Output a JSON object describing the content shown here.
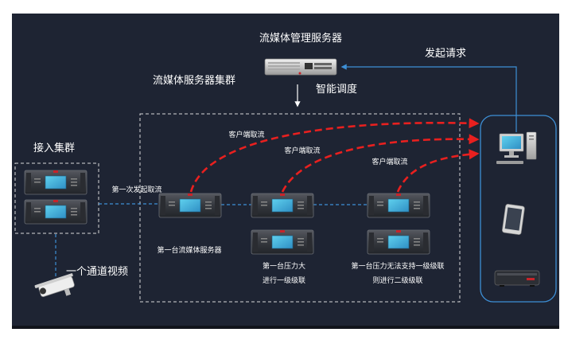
{
  "labels": {
    "mgmt_server": "流媒体管理服务器",
    "initiate_request": "发起请求",
    "server_cluster": "流媒体服务器集群",
    "smart_dispatch": "智能调度",
    "access_cluster": "接入集群",
    "first_pull": "第一次发起取流",
    "client_pull_1": "客户端取流",
    "client_pull_2": "客户端取流",
    "client_pull_3": "客户端取流",
    "first_server": "第一台流媒体服务器",
    "one_channel_video": "一个通道视频",
    "pressure_line1": "第一台压力大",
    "pressure_line2": "进行一级级联",
    "unsupported_line1": "第一台压力无法支持一级级联",
    "unsupported_line2": "则进行二级级联"
  },
  "colors": {
    "background": "#1e2433",
    "accent_red": "#e8201f",
    "blue_line": "#3d8fd6",
    "text": "#ffffff"
  },
  "icons": {
    "mgmt_server": "rack-server-icon",
    "servers": "media-server-icon",
    "camera": "bullet-camera-icon",
    "pc": "desktop-pc-icon",
    "tablet": "tablet-icon",
    "nvr": "nvr-box-icon"
  }
}
